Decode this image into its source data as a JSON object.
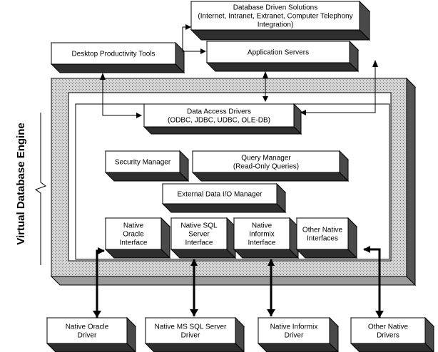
{
  "side_label": "Virtual Database Engine",
  "boxes": {
    "solutions": [
      "Database Driven Solutions",
      "(Internet, Intranet, Extranet, Computer Telephony",
      "Integration)"
    ],
    "app_servers": [
      "Application Servers"
    ],
    "desktop_tools": [
      "Desktop Productivity Tools"
    ],
    "data_access": [
      "Data Access Drivers",
      "(ODBC, JDBC, UDBC, OLE-DB)"
    ],
    "security": [
      "Security Manager"
    ],
    "query": [
      "Query Manager",
      "(Read-Only Queries)"
    ],
    "external_io": [
      "External Data I/O Manager"
    ],
    "native_oracle_if": [
      "Native",
      "Oracle",
      "Interface"
    ],
    "native_sql_if": [
      "Native SQL",
      "Server",
      "Interface"
    ],
    "native_informix_if": [
      "Native",
      "Informix",
      "Interface"
    ],
    "other_native_if": [
      "Other Native",
      "Interfaces"
    ],
    "oracle_driver": [
      "Native Oracle",
      "Driver"
    ],
    "mssql_driver": [
      "Native MS SQL Server",
      "Driver"
    ],
    "informix_driver": [
      "Native Informix",
      "Driver"
    ],
    "other_drivers": [
      "Other Native",
      "Drivers"
    ]
  }
}
